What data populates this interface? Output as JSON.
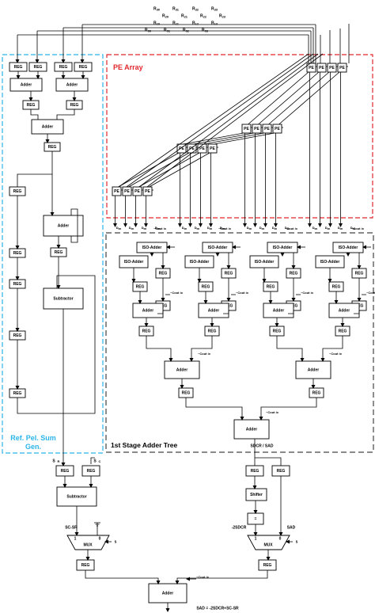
{
  "regions": {
    "pe_array": "PE Array",
    "ref_sum_line1": "Ref. Pel. Sum",
    "ref_sum_line2": "Gen.",
    "adder_tree": "1st Stage Adder Tree"
  },
  "inputs_r": [
    {
      "id": "r30",
      "base": "R",
      "sub": "30"
    },
    {
      "id": "r31",
      "base": "R",
      "sub": "31"
    },
    {
      "id": "r32",
      "base": "R",
      "sub": "32"
    },
    {
      "id": "r33",
      "base": "R",
      "sub": "33"
    },
    {
      "id": "r20",
      "base": "R",
      "sub": "20"
    },
    {
      "id": "r21",
      "base": "R",
      "sub": "21"
    },
    {
      "id": "r22",
      "base": "R",
      "sub": "22"
    },
    {
      "id": "r23",
      "base": "R",
      "sub": "23"
    },
    {
      "id": "r10",
      "base": "R",
      "sub": "10"
    },
    {
      "id": "r11",
      "base": "R",
      "sub": "11"
    },
    {
      "id": "r12",
      "base": "R",
      "sub": "12"
    },
    {
      "id": "r13",
      "base": "R",
      "sub": "13"
    },
    {
      "id": "r00",
      "base": "R",
      "sub": "00"
    },
    {
      "id": "r01",
      "base": "R",
      "sub": "01"
    },
    {
      "id": "r02",
      "base": "R",
      "sub": "02"
    },
    {
      "id": "r03",
      "base": "R",
      "sub": "03"
    }
  ],
  "labels": {
    "reg": "REG",
    "adder": "Adder",
    "iso_adder": "ISO-Adder",
    "pe": "PE",
    "subtractor": "Subtractor",
    "shifter": "Shifter",
    "mux": "MUX",
    "eq": "=",
    "d": "D",
    "d_sub": "RR",
    "cout": "~Cout ix",
    "sr": "S",
    "sr_sub": "R",
    "sc": "S",
    "sc_sub": "C",
    "sc_sr": "SC-SR",
    "sd_sad": "SDCR / SAD",
    "neg2sd": "-2SDCR",
    "sad": "SAD",
    "mux_1": "1",
    "mux_0": "0",
    "sel": "s",
    "sad_eq": "SAD = -2SDCR+SC-SR"
  },
  "colors": {
    "pe_array": "#e0282e",
    "ref_sum": "#2bb5e8",
    "adder_tree": "#444444"
  }
}
